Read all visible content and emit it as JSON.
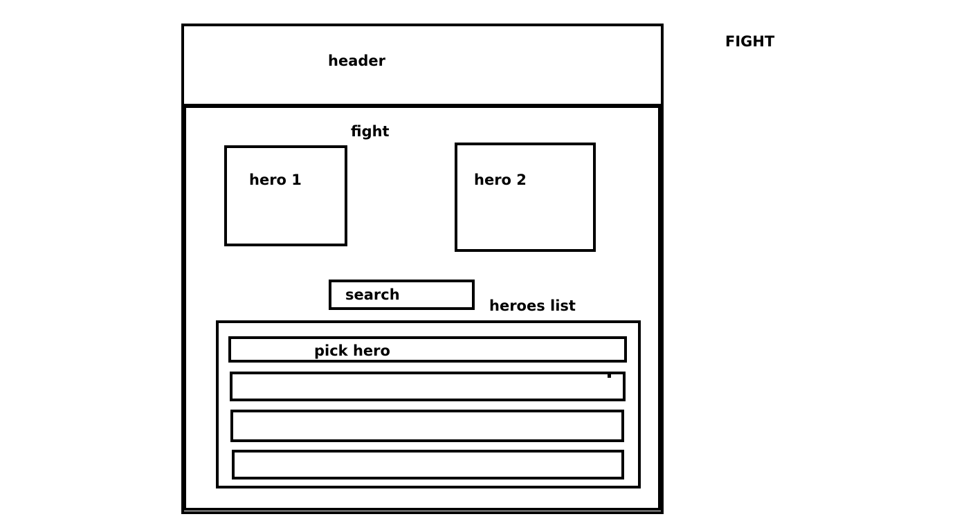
{
  "page_title": "FIGHT",
  "header": {
    "label": "header"
  },
  "fight": {
    "label": "fight",
    "hero1": {
      "label": "hero 1"
    },
    "hero2": {
      "label": "hero 2"
    }
  },
  "search": {
    "label": "search"
  },
  "heroes_list": {
    "title": "heroes list",
    "rows": [
      {
        "label": "pick hero"
      },
      {
        "label": ""
      },
      {
        "label": ""
      },
      {
        "label": ""
      }
    ]
  },
  "colors": {
    "stroke": "#000000",
    "background": "#ffffff"
  }
}
